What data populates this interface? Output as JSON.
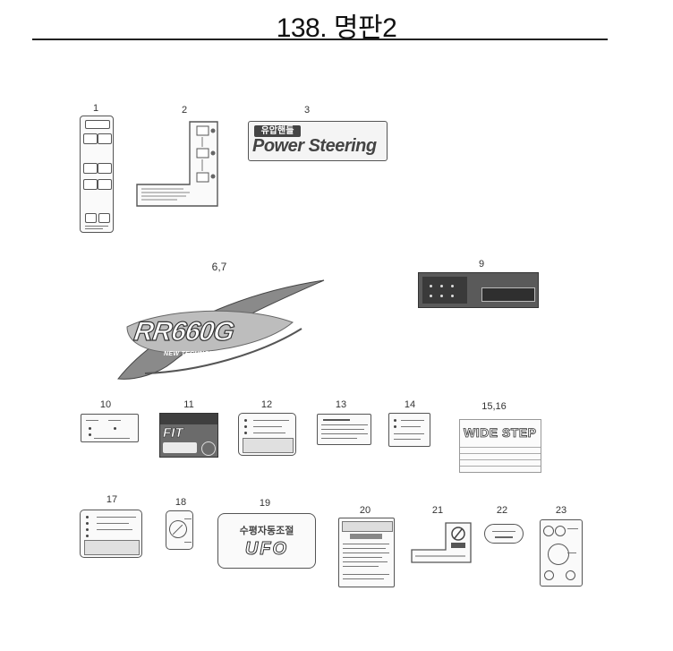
{
  "page": {
    "title": "138. 명판2"
  },
  "parts": [
    {
      "id": "p1",
      "number": "1"
    },
    {
      "id": "p2",
      "number": "2"
    },
    {
      "id": "p3",
      "number": "3",
      "text_top": "유압핸들",
      "text_main": "Power Steering"
    },
    {
      "id": "p67",
      "number": "6,7",
      "text_main": "RR660G",
      "text_sub": "NEW TECHNOLOGY"
    },
    {
      "id": "p9",
      "number": "9"
    },
    {
      "id": "p10",
      "number": "10"
    },
    {
      "id": "p11",
      "number": "11",
      "text_main": "FIT"
    },
    {
      "id": "p12",
      "number": "12"
    },
    {
      "id": "p13",
      "number": "13"
    },
    {
      "id": "p14",
      "number": "14"
    },
    {
      "id": "p1516",
      "number": "15,16",
      "text_main": "WIDE STEP"
    },
    {
      "id": "p17",
      "number": "17"
    },
    {
      "id": "p18",
      "number": "18"
    },
    {
      "id": "p19",
      "number": "19",
      "text_top": "수평자동조절",
      "text_main": "UFO"
    },
    {
      "id": "p20",
      "number": "20"
    },
    {
      "id": "p21",
      "number": "21"
    },
    {
      "id": "p22",
      "number": "22"
    },
    {
      "id": "p23",
      "number": "23"
    }
  ],
  "colors": {
    "ink": "#222222",
    "swoosh": "#8a8a8a",
    "badge_dark": "#3f3f3f"
  }
}
